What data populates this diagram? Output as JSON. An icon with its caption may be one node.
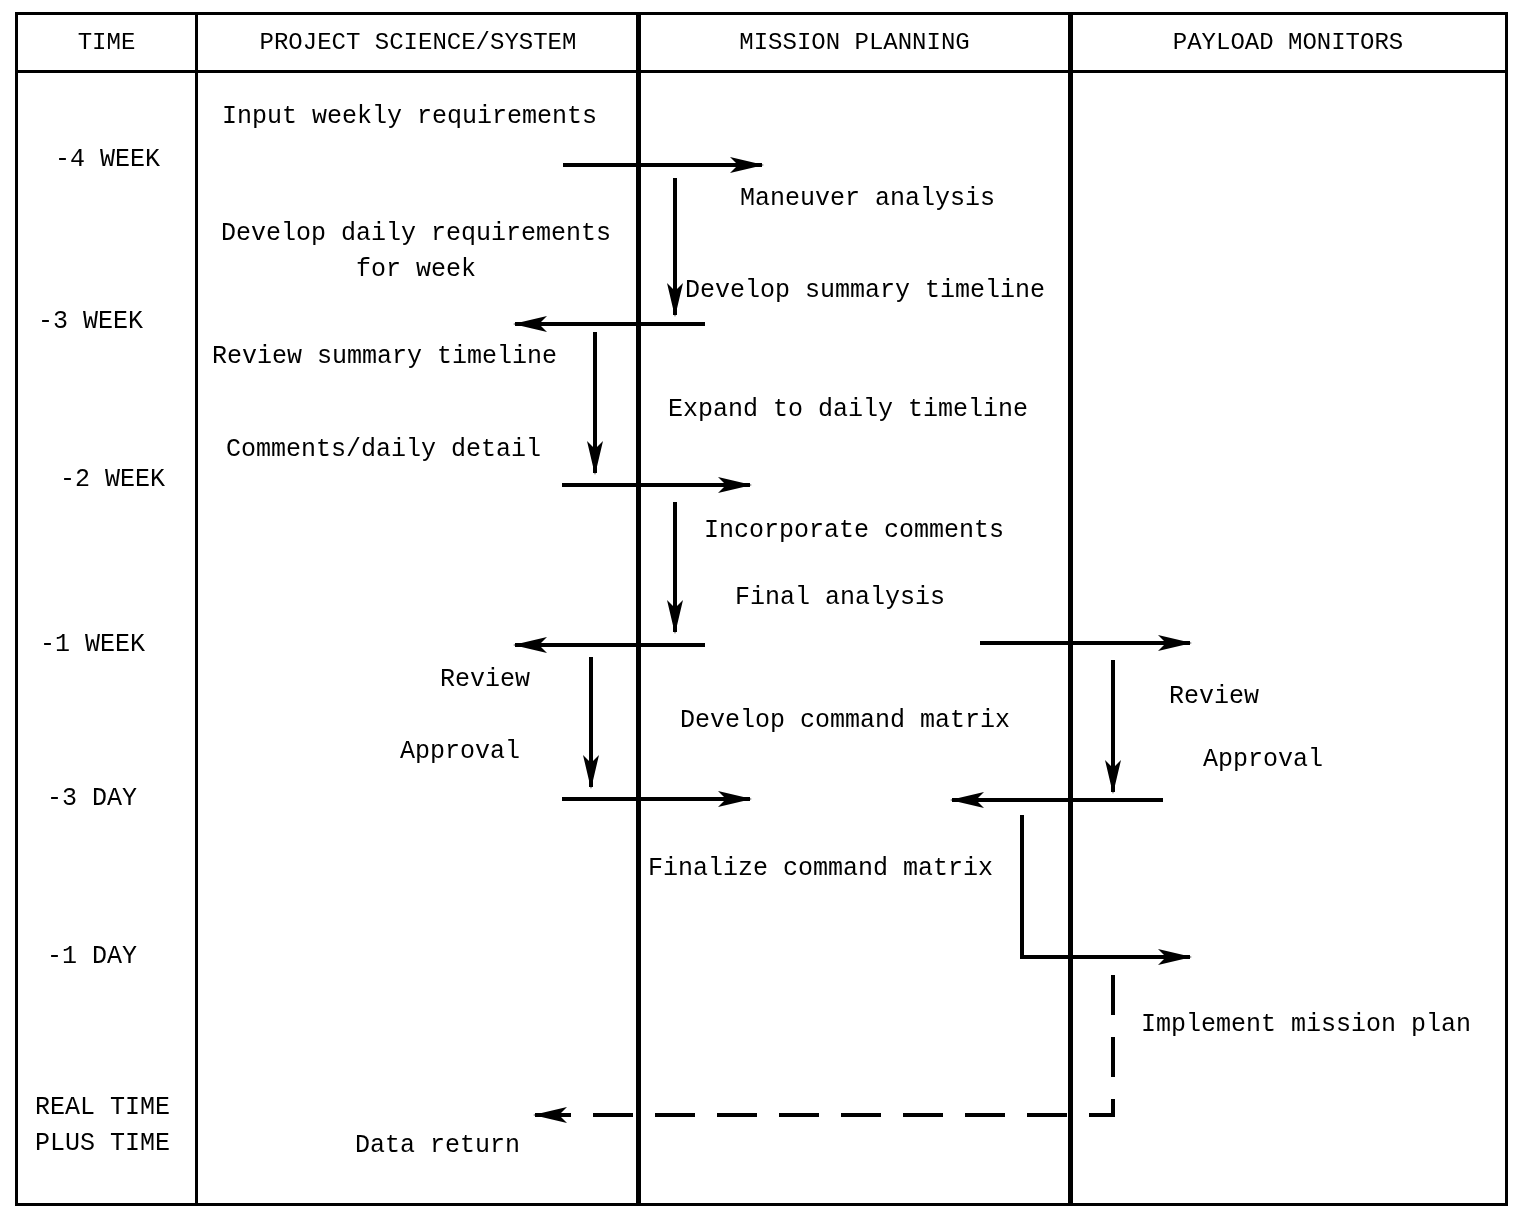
{
  "diagram": {
    "nodes": [
      {
        "text": [
          "TIME"
        ]
      },
      {
        "text": [
          "PROJECT SCIENCE/SYSTEM"
        ]
      },
      {
        "text": [
          "MISSION PLANNING"
        ]
      },
      {
        "text": [
          "PAYLOAD MONITORS"
        ]
      },
      {
        "text": [
          "Input weekly requirements"
        ],
        "in": 1
      },
      {
        "text": [
          "Maneuver analysis"
        ],
        "in": 2
      },
      {
        "text": [
          "Develop summary timeline"
        ],
        "in": 2
      },
      {
        "text": [
          "Review summary timeline"
        ],
        "in": 1
      },
      {
        "text": [
          "Comments/daily detail"
        ],
        "in": 1
      },
      {
        "text": [
          "Incorporate comments"
        ],
        "in": 2
      },
      {
        "text": [
          "Final analysis"
        ],
        "in": 2
      },
      {
        "text": [
          "Review"
        ],
        "in": 1
      },
      {
        "text": [
          "Approval"
        ],
        "in": 1
      },
      {
        "text": [
          "Review"
        ],
        "in": 3
      },
      {
        "text": [
          "Approval"
        ],
        "in": 3
      },
      {
        "text": [
          "Finalize command matrix"
        ],
        "in": 2
      },
      {
        "text": [
          "Implement mission plan"
        ],
        "in": 3
      },
      {
        "text": [
          "Data return"
        ],
        "in": 1
      }
    ],
    "edges": [
      {
        "from": 4,
        "to": 5,
        "arrow": "to"
      },
      {
        "from": 5,
        "to": 6,
        "arrow": "to"
      },
      {
        "from": 6,
        "to": 7,
        "arrow": "to"
      },
      {
        "from": 7,
        "to": 8,
        "arrow": "to"
      },
      {
        "from": 8,
        "to": 9,
        "arrow": "to"
      },
      {
        "from": 9,
        "to": 10,
        "arrow": "to"
      },
      {
        "from": 10,
        "to": 11,
        "arrow": "to"
      },
      {
        "from": 10,
        "to": 13,
        "arrow": "to"
      },
      {
        "from": 11,
        "to": 12,
        "arrow": "to"
      },
      {
        "from": 13,
        "to": 14,
        "arrow": "to"
      },
      {
        "from": 12,
        "to": 15,
        "arrow": "to"
      },
      {
        "from": 14,
        "to": 15,
        "arrow": "to"
      },
      {
        "from": 15,
        "to": 16,
        "arrow": "to"
      },
      {
        "from": 16,
        "to": 17,
        "arrow": "to",
        "style": "dashed"
      }
    ],
    "labels": [
      "-4 WEEK",
      "Develop daily requirements for week",
      "-3 WEEK",
      "Expand to daily timeline",
      "-2 WEEK",
      "-1 WEEK",
      "Develop command matrix",
      "-3 DAY",
      "-1 DAY",
      "REAL TIME PLUS TIME"
    ]
  }
}
